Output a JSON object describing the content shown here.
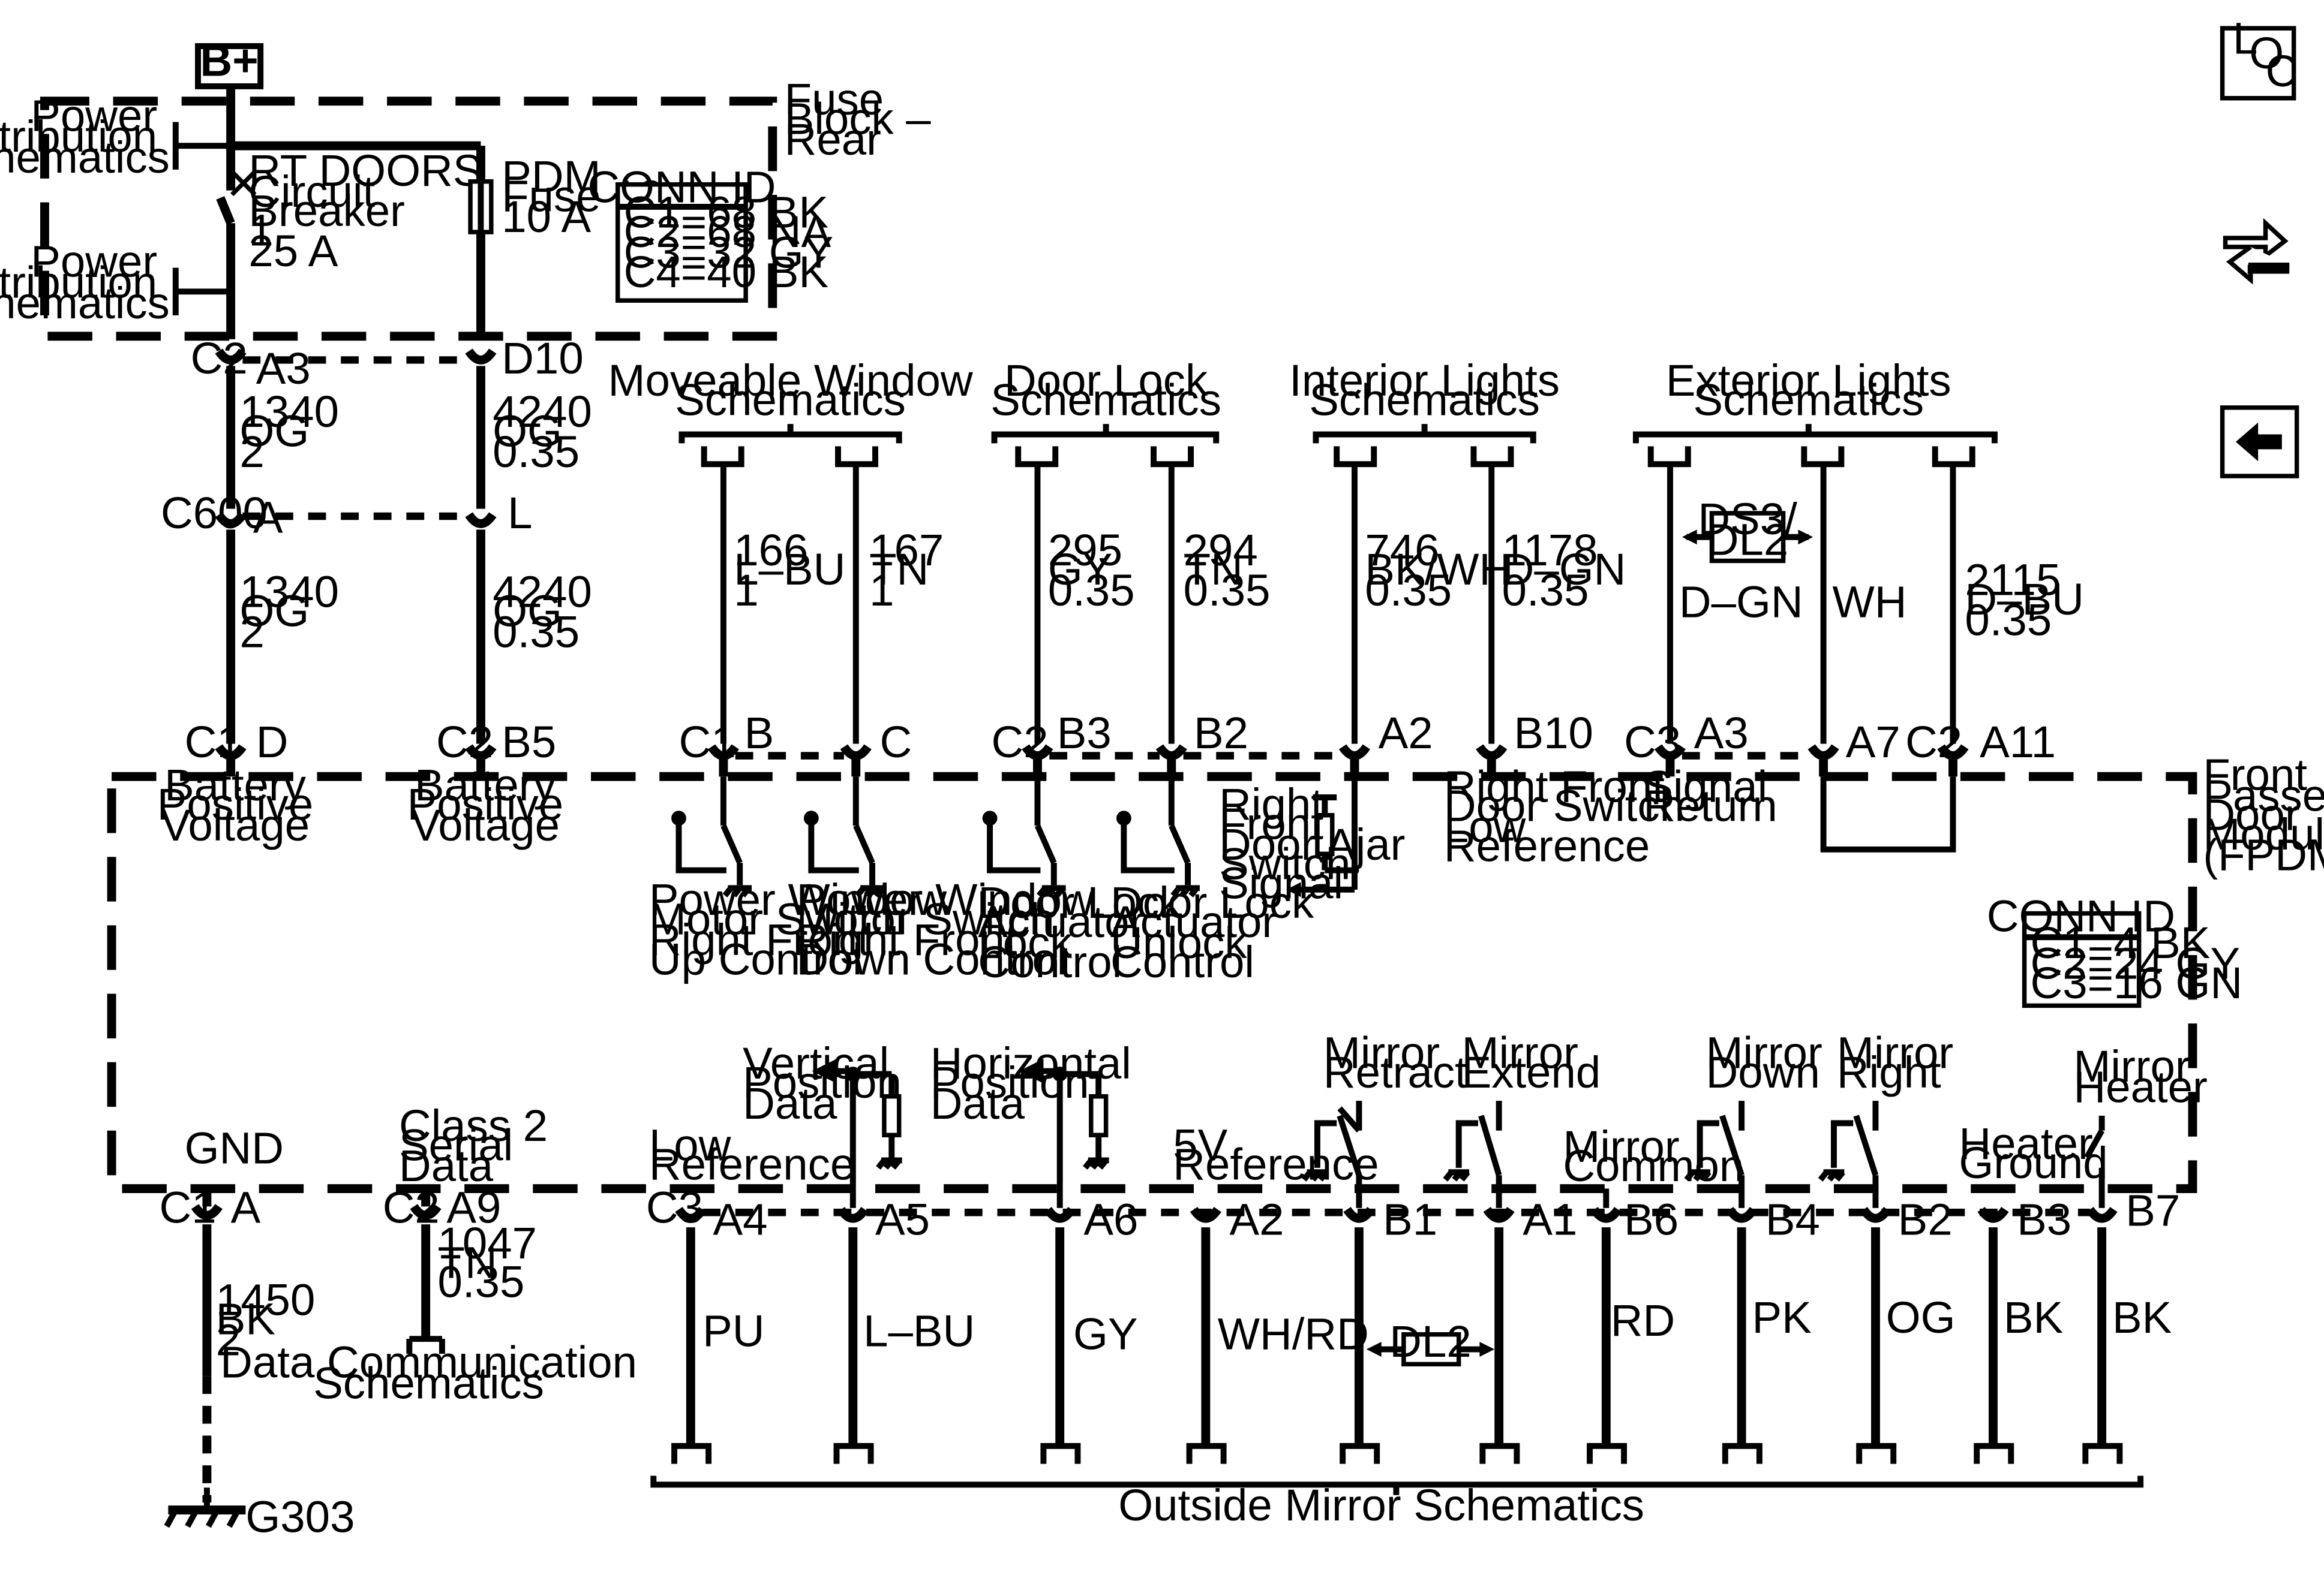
{
  "battery_label": "B+",
  "fuse_block": {
    "label_lines": [
      "Fuse",
      "Block –",
      "Rear"
    ],
    "pds_1": [
      "Power",
      "Distribution",
      "Schematics"
    ],
    "pds_2": [
      "Power",
      "Distribution",
      "Schematics"
    ],
    "breaker": [
      "RT DOORS",
      "Circuit",
      "Breaker",
      "1",
      "25 A"
    ],
    "pdm_fuse": [
      "PDM",
      "Fuse 12",
      "10 A"
    ],
    "conn_title": "CONN ID",
    "conn_rows": [
      "C1=68 BK",
      "C2=68 NA",
      "C3=32 GY",
      "C4=40 BK"
    ]
  },
  "connectors_top": {
    "c2": "C2",
    "a3": "A3",
    "d10": "D10",
    "c600": "C600",
    "a": "A",
    "l": "L"
  },
  "wires_top": {
    "w1340a": [
      "1340",
      "OG",
      "2"
    ],
    "w4240a": [
      "4240",
      "OG",
      "0.35"
    ],
    "w1340b": [
      "1340",
      "OG",
      "2"
    ],
    "w4240b": [
      "4240",
      "OG",
      "0.35"
    ]
  },
  "groups": {
    "window": [
      "Moveable Window",
      "Schematics"
    ],
    "doorlock": [
      "Door Lock",
      "Schematics"
    ],
    "interior": [
      "Interior Lights",
      "Schematics"
    ],
    "exterior": [
      "Exterior Lights",
      "Schematics"
    ],
    "mirror": "Outside Mirror Schematics"
  },
  "wire_labels": {
    "w166": [
      "166",
      "L–BU",
      "1"
    ],
    "w167": [
      "167",
      "TN",
      "1"
    ],
    "w295": [
      "295",
      "GY",
      "0.35"
    ],
    "w294": [
      "294",
      "TN",
      "0.35"
    ],
    "w746": [
      "746",
      "BK/WH",
      "0.35"
    ],
    "w1178": [
      "1178",
      "D–GN",
      "0.35"
    ],
    "wdgn": "D–GN",
    "wwh": "WH",
    "w2115": [
      "2115",
      "D–BU",
      "0.35"
    ],
    "ds3": [
      "DS3/",
      "DL2"
    ]
  },
  "module_pins_top": {
    "c1": "C1",
    "d": "D",
    "c2a": "C2",
    "b5": "B5",
    "c1b": "C1",
    "b": "B",
    "c": "C",
    "c2b": "C2",
    "b3": "B3",
    "b2": "B2",
    "a2": "A2",
    "b10": "B10",
    "c3": "C3",
    "a3": "A3",
    "a7": "A7",
    "c2c": "C2",
    "a11": "A11"
  },
  "module": {
    "name": [
      "Front",
      "Passenger",
      "Door",
      "Module",
      "(FPDM)"
    ],
    "conn_title": "CONN ID",
    "conn_rows": [
      "C1=4 BK",
      "C2=24 GY",
      "C3=16 GN"
    ],
    "battery1": [
      "Battery",
      "Positive",
      "Voltage"
    ],
    "battery2": [
      "Battery",
      "Positive",
      "Voltage"
    ],
    "pw_up": [
      "Power Window",
      "Motor Switch",
      "Right Front",
      "Up Control"
    ],
    "pw_down": [
      "Power Window",
      "Motor Switch",
      "Right Front",
      "Down Control"
    ],
    "dl_lock": [
      "Door Lock",
      "Actuator",
      "Lock",
      "Control"
    ],
    "dl_unlock": [
      "Door Lock",
      "Actuator",
      "Unlock",
      "Control"
    ],
    "ajar": [
      "Right",
      "Front",
      "Door Ajar",
      "Switch",
      "Signal"
    ],
    "low_ref_sw": [
      "Right Front",
      "Door Switch",
      "Low",
      "Reference"
    ],
    "signal_return": [
      "Signal",
      "Return"
    ],
    "gnd": "GND",
    "class2": [
      "Class 2",
      "Serial",
      "Data"
    ],
    "low_ref": [
      "Low",
      "Reference"
    ],
    "vpos": [
      "Vertical",
      "Position",
      "Data"
    ],
    "hpos": [
      "Horizontal",
      "Position",
      "Data"
    ],
    "v5": [
      "5V",
      "Reference"
    ],
    "retract": [
      "Mirror",
      "Retract"
    ],
    "extend": [
      "Mirror",
      "Extend"
    ],
    "common": [
      "Mirror",
      "Common"
    ],
    "down": [
      "Mirror",
      "Down"
    ],
    "right": [
      "Mirror",
      "Right"
    ],
    "heater_gnd": [
      "Heater",
      "Ground"
    ],
    "heater": [
      "Mirror",
      "Heater"
    ]
  },
  "module_pins_bottom": {
    "c1": "C1",
    "a": "A",
    "c2": "C2",
    "a9": "A9",
    "c3": "C3",
    "a4": "A4",
    "a5": "A5",
    "a6": "A6",
    "a2": "A2",
    "b1": "B1",
    "a1": "A1",
    "b6": "B6",
    "b4": "B4",
    "b2": "B2",
    "b3": "B3",
    "b7": "B7"
  },
  "bottom_wires": {
    "w1450": [
      "1450",
      "BK",
      "2"
    ],
    "w1047": [
      "1047",
      "TN",
      "0.35"
    ],
    "data_comm": [
      "Data Communication",
      "Schematics"
    ],
    "g303": "G303",
    "pu": "PU",
    "lbu": "L–BU",
    "gy": "GY",
    "whrd": "WH/RD",
    "dl2": "DL2",
    "rd": "RD",
    "pk": "PK",
    "og": "OG",
    "bk1": "BK",
    "bk2": "BK"
  },
  "nav_icons": {
    "loc_l": "L",
    "loc_o": "O",
    "loc_c": "C",
    "icons": [
      "loc-icon",
      "connector-view-icon",
      "back-arrow-icon"
    ]
  }
}
